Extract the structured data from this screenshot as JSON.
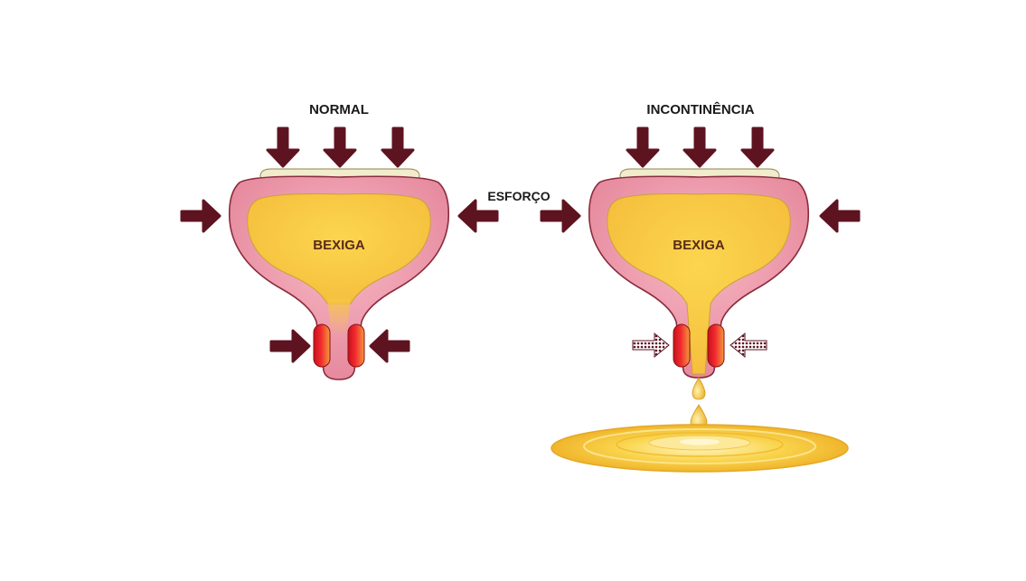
{
  "labels": {
    "normal": "NORMAL",
    "incontinence": "INCONTINÊNCIA",
    "effort": "ESFORÇO",
    "bladder_left": "BEXIGA",
    "bladder_right": "BEXIGA"
  },
  "colors": {
    "arrow": "#5e1320",
    "bladder_wall": "#ec9fb0",
    "bladder_outline": "#8a2c3e",
    "urine": "#f9cc4a",
    "sphincter": "#e8202a",
    "lid": "#f1eccc"
  }
}
